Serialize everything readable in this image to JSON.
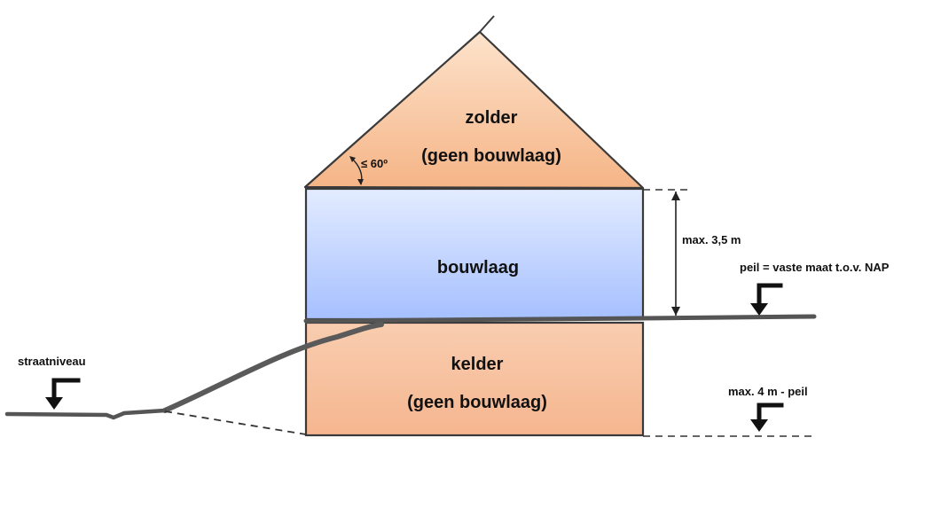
{
  "zolder": {
    "name": "zolder",
    "note": "(geen bouwlaag)",
    "angle": "≤ 60º"
  },
  "bouwlaag": {
    "name": "bouwlaag"
  },
  "kelder": {
    "name": "kelder",
    "note": "(geen bouwlaag)"
  },
  "dimensions": {
    "bouwlaag_height": "max. 3,5 m",
    "kelder_depth": "max. 4 m - peil"
  },
  "levels": {
    "peil": "peil = vaste maat t.o.v. NAP",
    "straatniveau": "straatniveau"
  },
  "colors": {
    "roof_fill_top": "#fde3cc",
    "roof_fill_bottom": "#f5b486",
    "floor_fill_top": "#e3ecff",
    "floor_fill_bottom": "#a6c0ff",
    "basement_fill": "#f7c3a0",
    "line": "#333333",
    "ground": "#555555"
  }
}
